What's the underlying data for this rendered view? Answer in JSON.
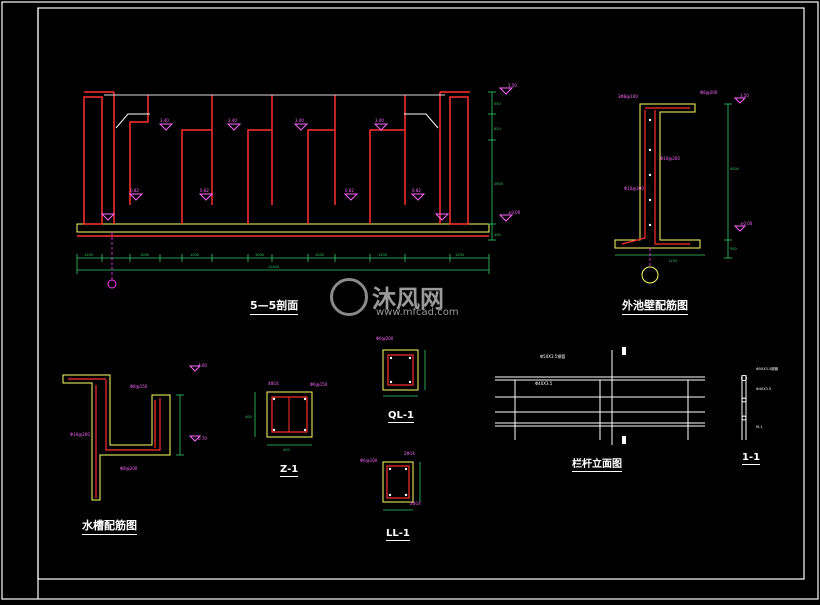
{
  "drawing": {
    "colors": {
      "background": "#000000",
      "frame": "#ffffff",
      "wall": "#ff3030",
      "outline": "#ffff66",
      "dimension": "#33cc66",
      "annotation": "#ff66ff",
      "rebar": "#ff6666",
      "axis": "#ff33ff"
    },
    "titles": {
      "section_5_5": "5—5剖面",
      "outer_wall_rebar": "外池壁配筋图",
      "trough_rebar": "水槽配筋图",
      "column_z1": "Z-1",
      "beam_ql1": "QL-1",
      "beam_ll1": "LL-1",
      "railing_elevation": "栏杆立面图",
      "section_1_1": "1-1"
    },
    "watermark": {
      "brand": "沐风网",
      "url": "www.mfcad.com"
    }
  }
}
